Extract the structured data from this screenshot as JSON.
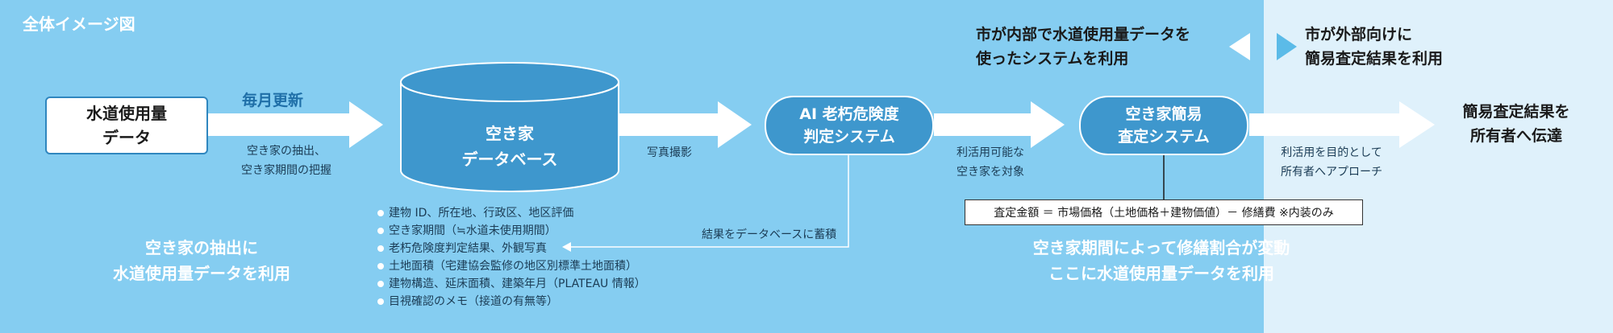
{
  "title": "全体イメージ図",
  "nodes": {
    "water_data": "水道使用量\nデータ",
    "database": "空き家\nデータベース",
    "ai_system": "AI 老朽危険度\n判定システム",
    "assessment_system": "空き家簡易\n査定システム",
    "result": "簡易査定結果を\n所有者へ伝達"
  },
  "labels": {
    "monthly_update": "毎月更新",
    "extract_grasp": "空き家の抽出、\n空き家期間の把握",
    "photography": "写真撮影",
    "usable_targets": "利活用可能な\n空き家を対象",
    "approach_owners": "利活用を目的として\n所有者へアプローチ",
    "accumulate_results": "結果をデータベースに蓄積"
  },
  "database_items": [
    "建物 ID、所在地、行政区、地区評価",
    "空き家期間（≒水道未使用期間）",
    "老朽危険度判定結果、外観写真",
    "土地面積（宅建協会監修の地区別標準土地面積）",
    "建物構造、延床面積、建築年月（PLATEAU 情報）",
    "目視確認のメモ（接道の有無等）"
  ],
  "formula": "査定金額 ＝ 市場価格（土地価格＋建物価値）－ 修繕費 ※内装のみ",
  "captions": {
    "use_for_extraction": "空き家の抽出に\n水道使用量データを利用",
    "repair_ratio": "空き家期間によって修繕割合が変動\nここに水道使用量データを利用",
    "internal_use": "市が内部で水道使用量データを\n使ったシステムを利用",
    "external_use": "市が外部向けに\n簡易査定結果を利用"
  },
  "colors": {
    "background_main": "#85cdf1",
    "background_right": "#dff1fb",
    "node_blue": "#3e97cd",
    "border_blue": "#2f86bf"
  }
}
